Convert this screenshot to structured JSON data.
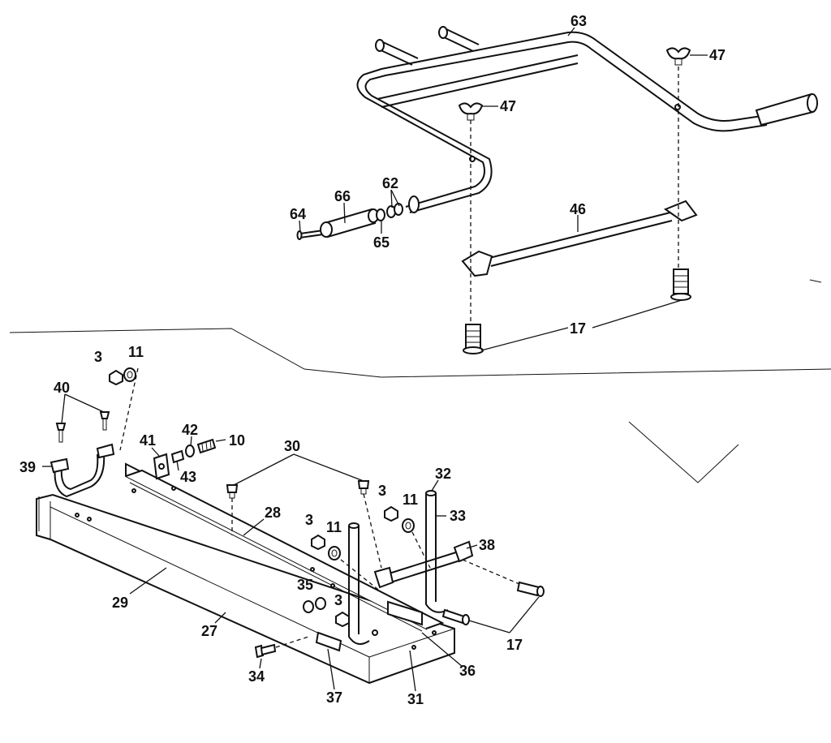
{
  "labels": {
    "p63": "63",
    "p47a": "47",
    "p47b": "47",
    "p62": "62",
    "p66": "66",
    "p64": "64",
    "p65": "65",
    "p46": "46",
    "p17a": "17",
    "p3a": "3",
    "p11a": "11",
    "p40": "40",
    "p39": "39",
    "p41": "41",
    "p42": "42",
    "p10": "10",
    "p43": "43",
    "p30": "30",
    "p32": "32",
    "p3b": "3",
    "p11b": "11",
    "p33": "33",
    "p28": "28",
    "p3c": "3",
    "p11c": "11",
    "p38": "38",
    "p29": "29",
    "p35": "35",
    "p3d": "3",
    "p27": "27",
    "p17b": "17",
    "p36": "36",
    "p34": "34",
    "p37": "37",
    "p31": "31"
  }
}
